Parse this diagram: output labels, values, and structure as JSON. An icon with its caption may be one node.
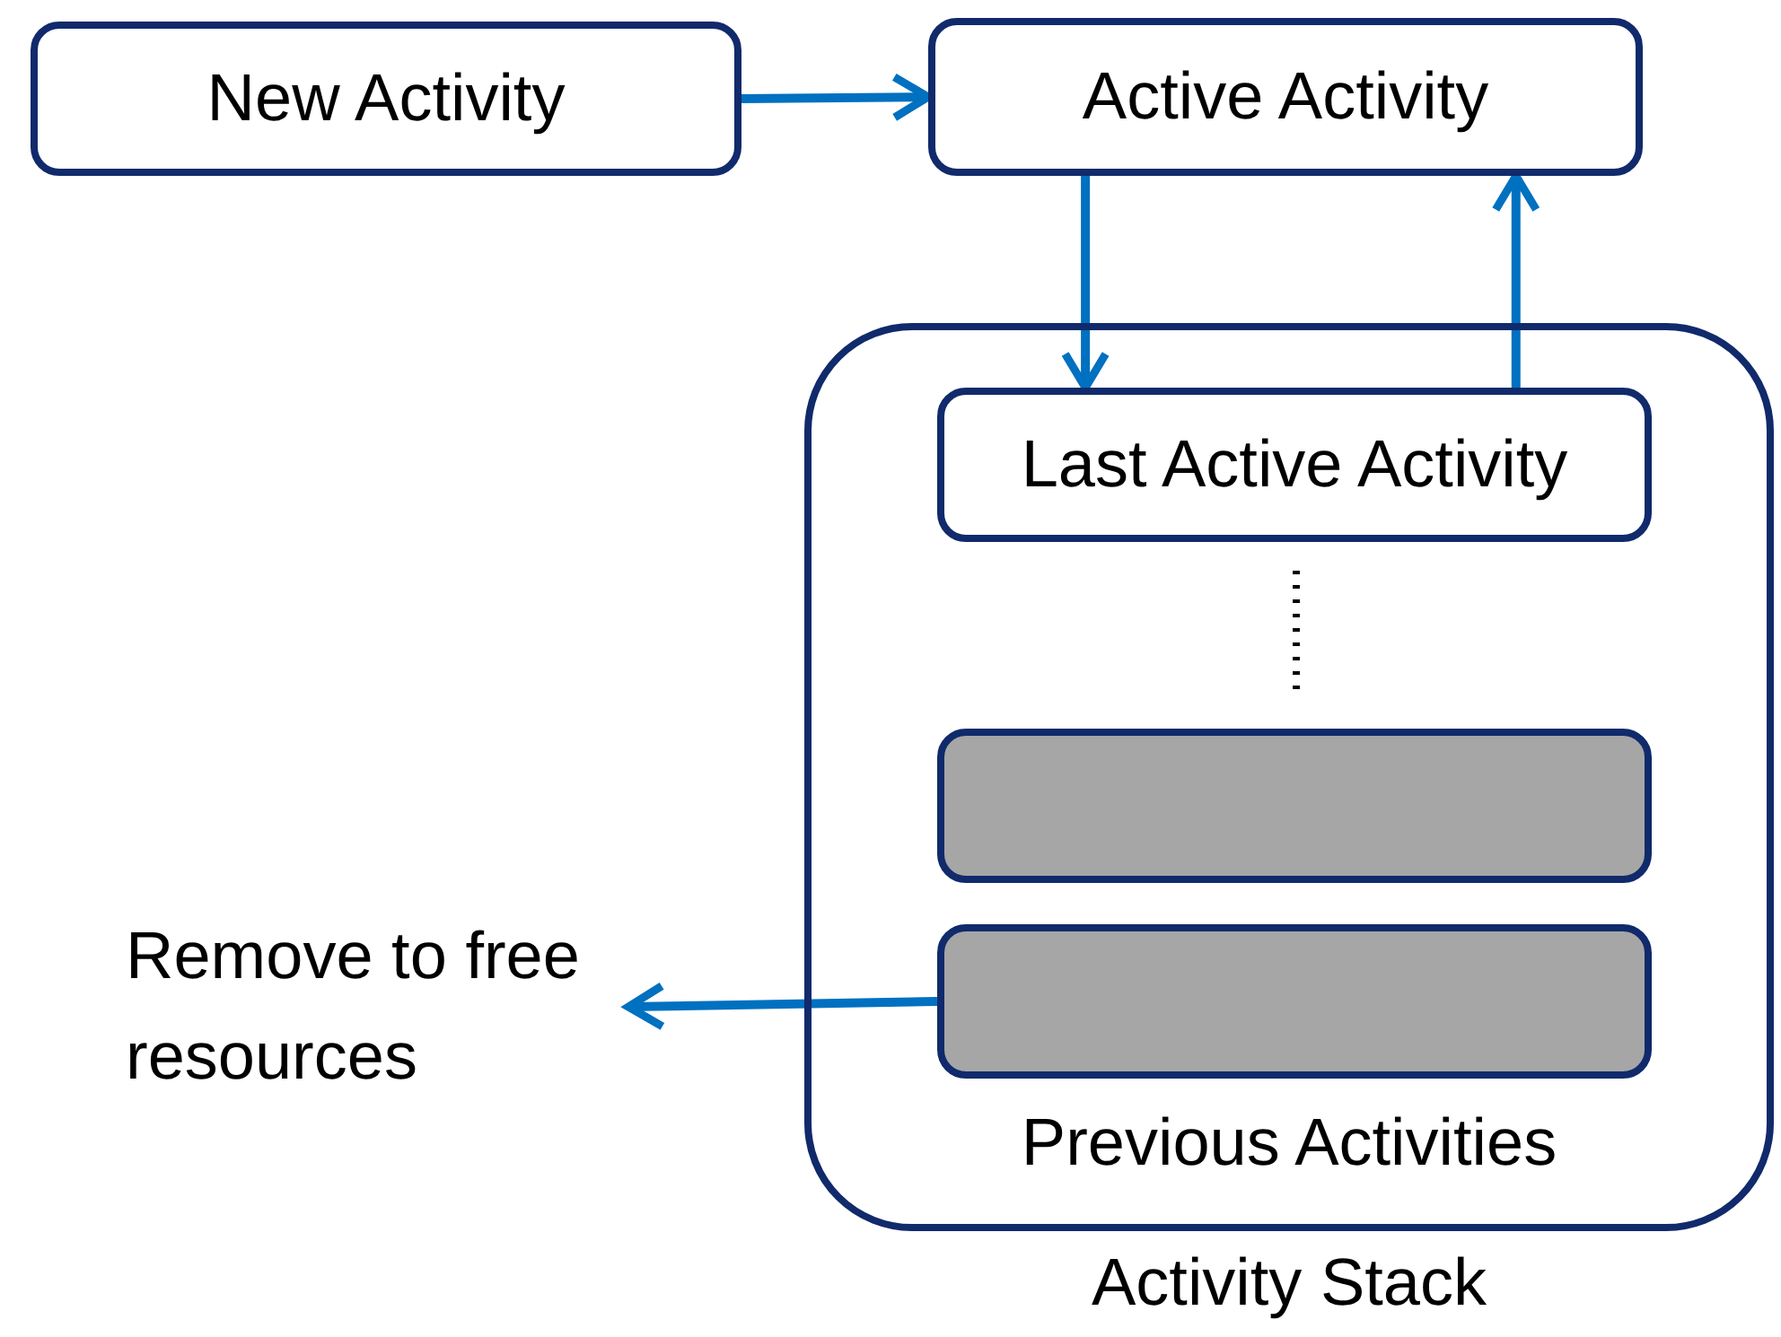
{
  "diagram": {
    "nodes": [
      {
        "text": [
          "New Activity"
        ]
      },
      {
        "text": [
          "Active Activity"
        ]
      },
      {
        "text": [
          "Activity Stack"
        ]
      },
      {
        "text": [
          "Last Active Activity"
        ],
        "in": 2
      },
      {
        "text": [],
        "shape": "box",
        "in": 2
      },
      {
        "text": [],
        "shape": "box",
        "in": 2
      },
      {
        "text": [
          "Remove to free resources"
        ]
      }
    ],
    "edges": [
      {
        "from": 0,
        "to": 1,
        "arrow": "to"
      },
      {
        "from": 1,
        "to": 3,
        "arrow": "to"
      },
      {
        "from": 3,
        "to": 1,
        "arrow": "to"
      },
      {
        "from": 5,
        "to": 6,
        "arrow": "to"
      }
    ],
    "labels": [
      "Previous Activities"
    ]
  }
}
